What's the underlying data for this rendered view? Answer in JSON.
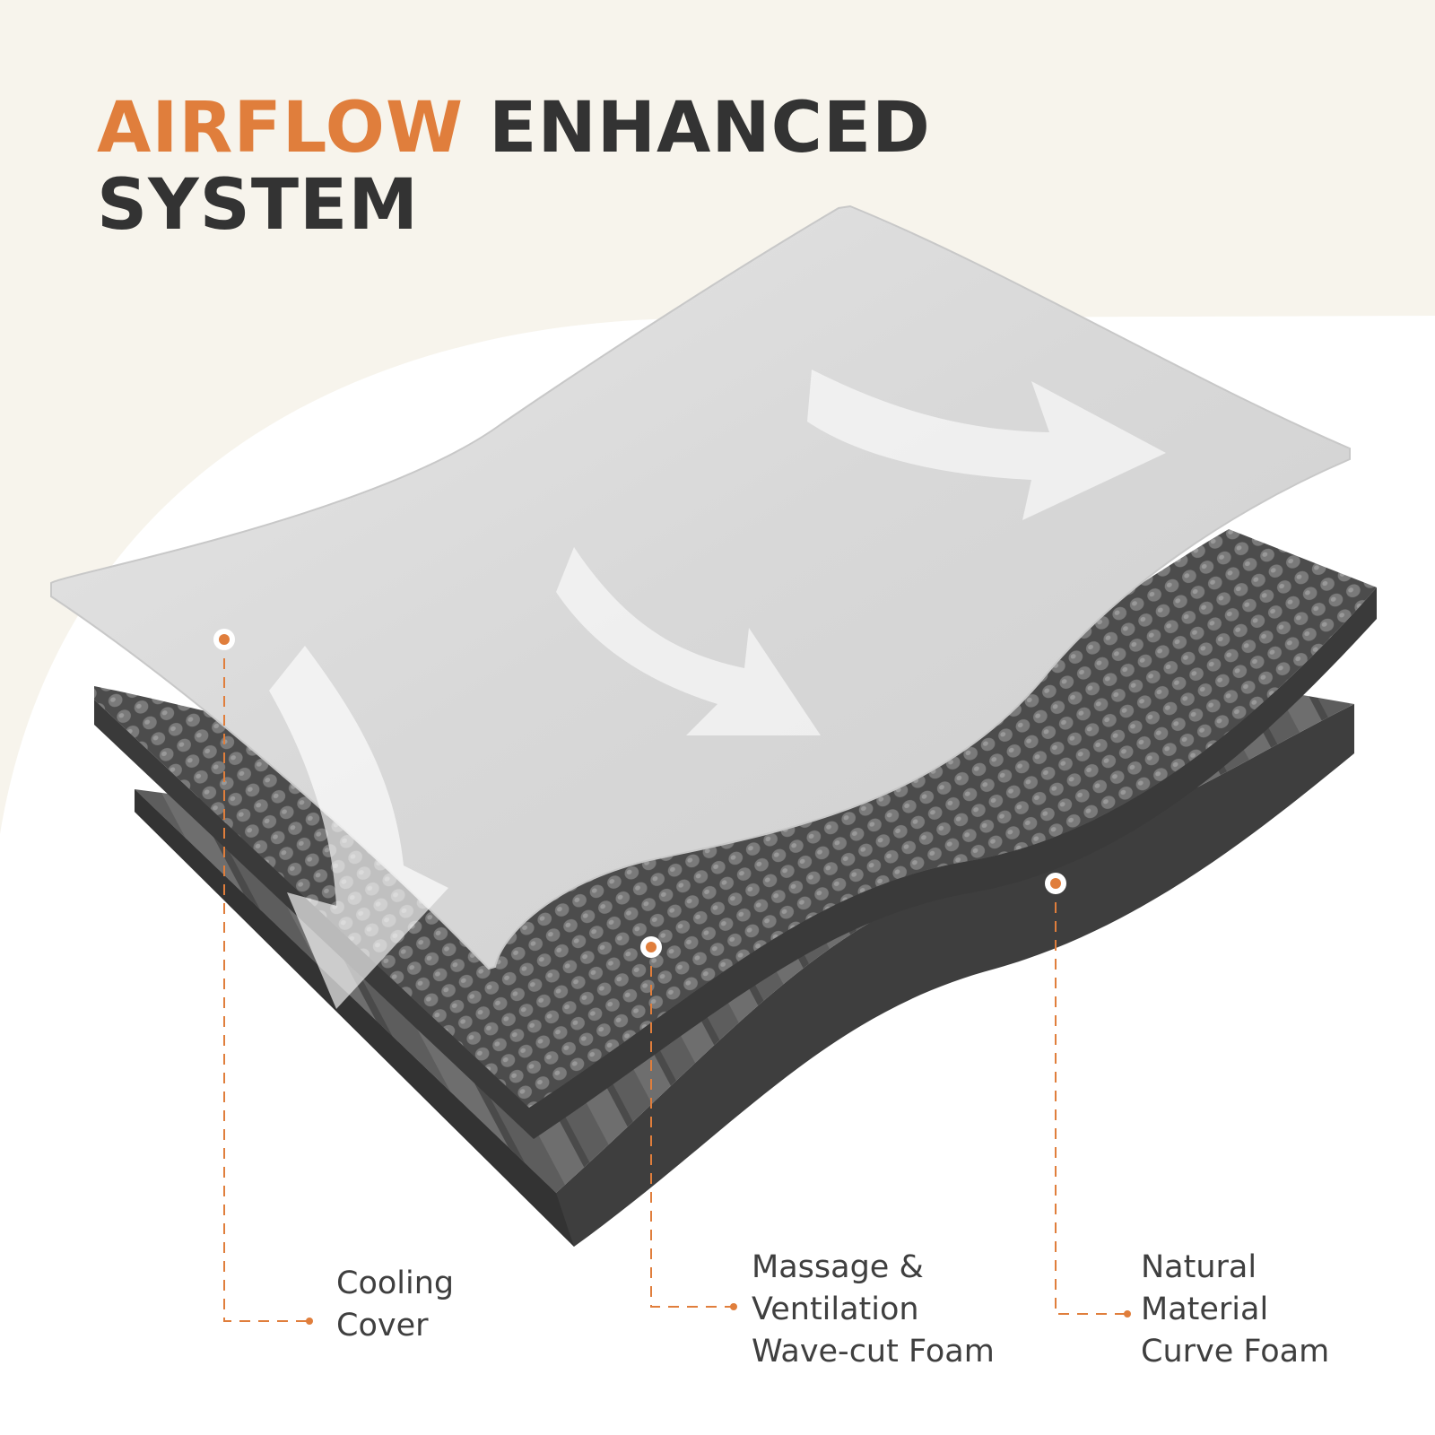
{
  "headline": {
    "accent_word": "AIRFLOW",
    "rest_line1": "ENHANCED",
    "line2": "SYSTEM"
  },
  "labels": {
    "cooling_cover": [
      "Cooling",
      "Cover"
    ],
    "wave_foam": [
      "Massage &",
      "Ventilation",
      "Wave-cut Foam"
    ],
    "curve_foam": [
      "Natural",
      "Material",
      "Curve Foam"
    ]
  },
  "colors": {
    "accent": "#e07e3c",
    "heading": "#333333",
    "background_top": "#f7f4ec",
    "cover": "#dcdcdc",
    "foam": "#5c5c5c"
  }
}
